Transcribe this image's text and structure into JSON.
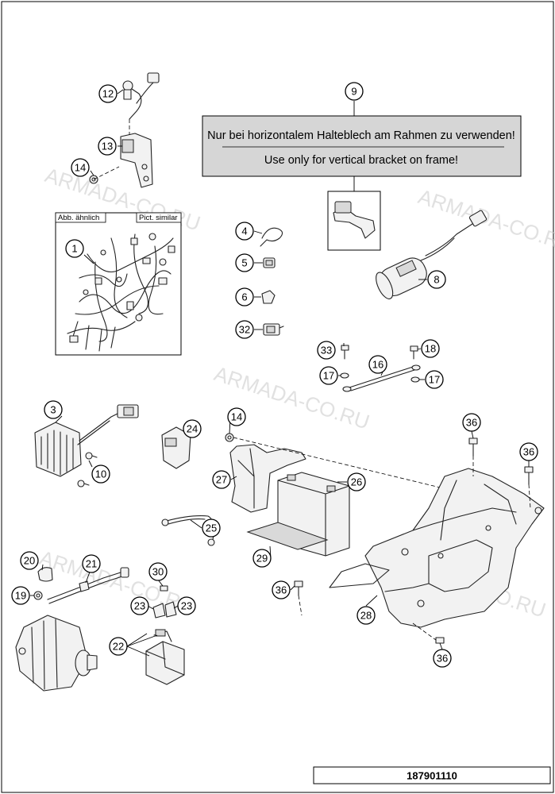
{
  "diagram": {
    "note": {
      "callout": "9",
      "german": "Nur bei horizontalem Halteblech am Rahmen zu verwenden!",
      "english": "Use only for vertical bracket on frame!"
    },
    "harness_inset": {
      "label_left": "Abb. ähnlich",
      "label_right": "Pict. similar",
      "callout": "1"
    },
    "watermark": "ARMADA-CO.RU",
    "document_number": "187901110",
    "callouts": {
      "c12": "12",
      "c13": "13",
      "c14a": "14",
      "c4": "4",
      "c5": "5",
      "c6": "6",
      "c32": "32",
      "c8": "8",
      "c33": "33",
      "c18": "18",
      "c16": "16",
      "c17a": "17",
      "c17b": "17",
      "c3": "3",
      "c10": "10",
      "c24": "24",
      "c14b": "14",
      "c27": "27",
      "c26": "26",
      "c25": "25",
      "c29": "29",
      "c36a": "36",
      "c36b": "36",
      "c36c": "36",
      "c36d": "36",
      "c28": "28",
      "c20": "20",
      "c21": "21",
      "c19": "19",
      "c30": "30",
      "c23a": "23",
      "c23b": "23",
      "c22": "22"
    }
  }
}
